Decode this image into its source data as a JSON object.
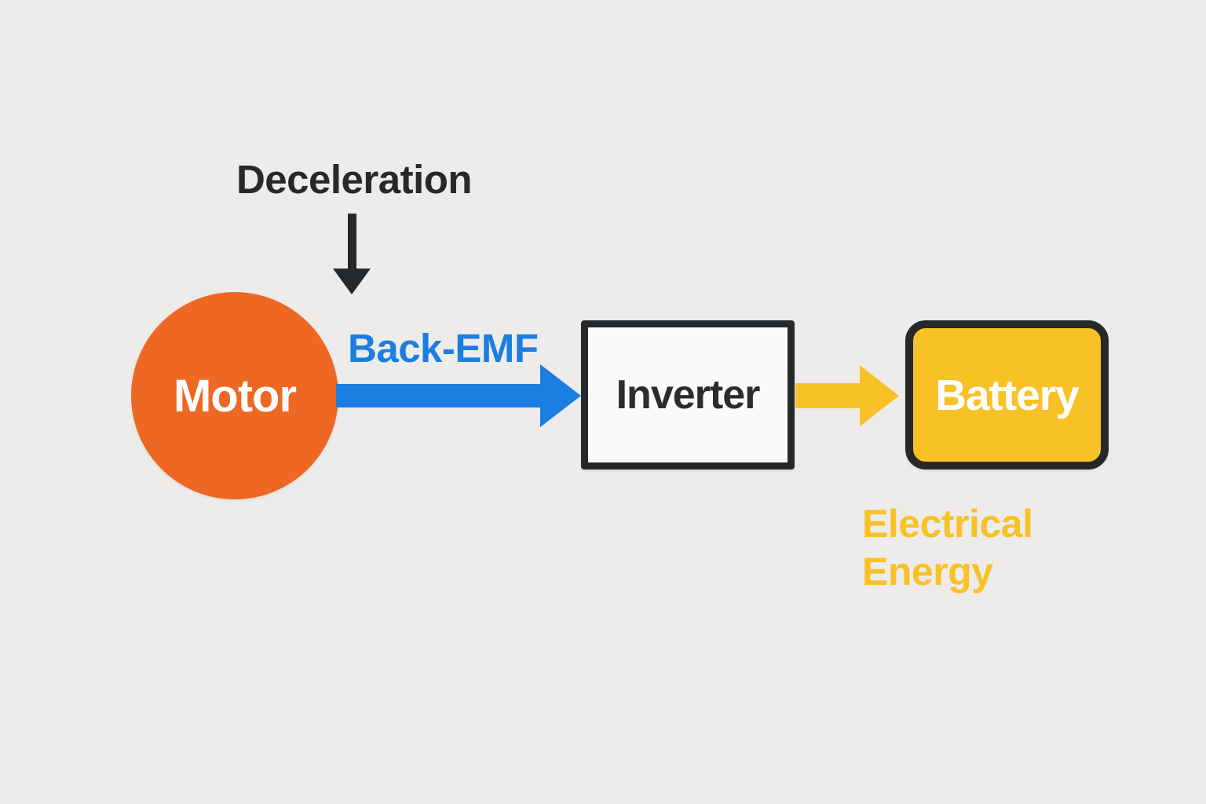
{
  "diagram": {
    "deceleration_label": "Deceleration",
    "motor_label": "Motor",
    "back_emf_label": "Back-EMF",
    "inverter_label": "Inverter",
    "battery_label": "Battery",
    "electrical_energy_label": "Electrical Energy",
    "flow": [
      {
        "from": "Deceleration",
        "to": "Motor",
        "via": "down-arrow"
      },
      {
        "from": "Motor",
        "to": "Inverter",
        "via": "Back-EMF"
      },
      {
        "from": "Inverter",
        "to": "Battery",
        "via": "Electrical Energy"
      }
    ],
    "colors": {
      "background": "#EDECEA",
      "motor_orange": "#EE6723",
      "flow_blue": "#1B7EE0",
      "energy_yellow": "#F8C125",
      "ink_dark": "#25292B",
      "box_white": "#FAFAF9",
      "text_white": "#FFFFFF"
    }
  }
}
